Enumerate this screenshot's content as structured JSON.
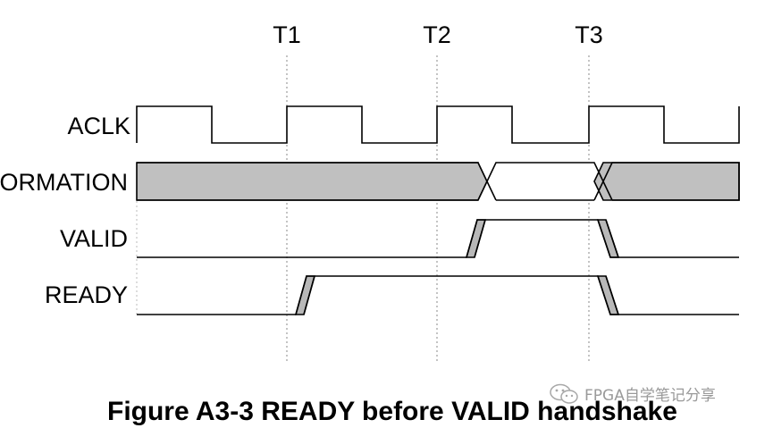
{
  "time_markers": [
    "T1",
    "T2",
    "T3"
  ],
  "signals": {
    "clock": "ACLK",
    "information": "INFORMATION",
    "valid": "VALID",
    "ready": "READY"
  },
  "caption": "Figure A3-3 READY before VALID handshake",
  "watermark": {
    "icon": "wechat-icon",
    "text": "FPGA自学笔记分享"
  },
  "colors": {
    "information_fill": "#c0c0c0",
    "edge_fill": "#b8b8b8",
    "watermark": "#9a9a9a"
  }
}
